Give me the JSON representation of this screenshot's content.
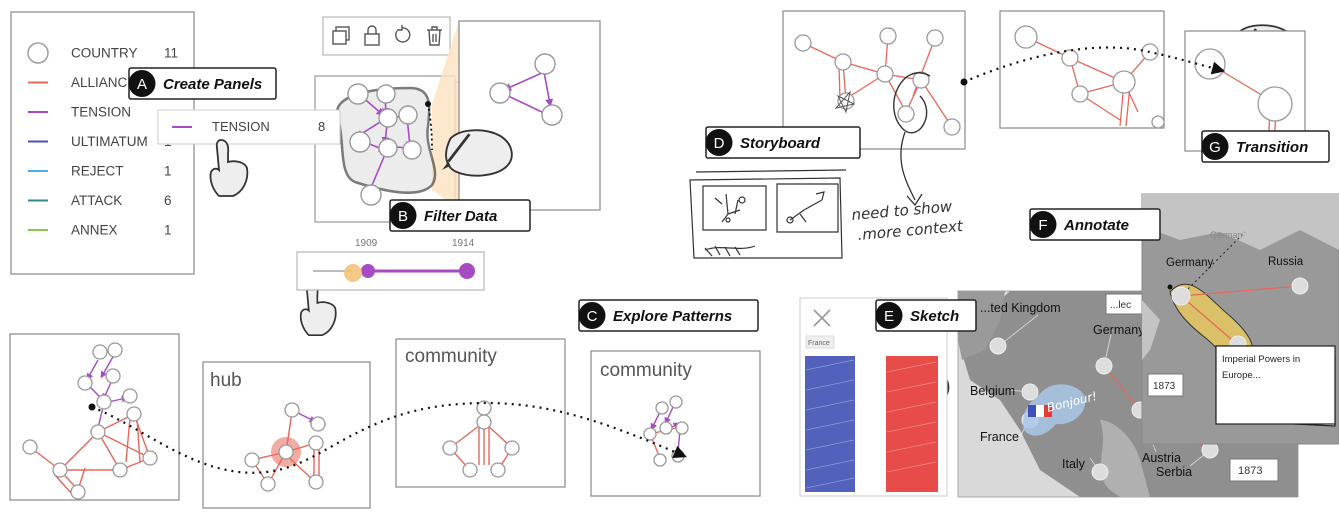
{
  "legend": {
    "items": [
      {
        "label": "COUNTRY",
        "count": "11",
        "color": "#9e9e9e",
        "kind": "circle"
      },
      {
        "label": "ALLIANCE",
        "count": "",
        "color": "#e8675a",
        "kind": "line"
      },
      {
        "label": "TENSION",
        "count": "",
        "color": "#a64bc4",
        "kind": "line"
      },
      {
        "label": "ULTIMATUM",
        "count": "1",
        "color": "#4b4fc4",
        "kind": "line"
      },
      {
        "label": "REJECT",
        "count": "1",
        "color": "#4ab0e8",
        "kind": "line"
      },
      {
        "label": "ATTACK",
        "count": "6",
        "color": "#2f8a8a",
        "kind": "line"
      },
      {
        "label": "ANNEX",
        "count": "1",
        "color": "#8ac44b",
        "kind": "line"
      }
    ],
    "dragged_item": {
      "label": "TENSION",
      "count": "8"
    }
  },
  "steps": {
    "A": {
      "letter": "A",
      "label": "Create Panels"
    },
    "B": {
      "letter": "B",
      "label": "Filter Data"
    },
    "C": {
      "letter": "C",
      "label": "Explore Patterns"
    },
    "D": {
      "letter": "D",
      "label": "Storyboard"
    },
    "E": {
      "letter": "E",
      "label": "Sketch"
    },
    "F": {
      "letter": "F",
      "label": "Annotate"
    },
    "G": {
      "letter": "G",
      "label": "Transition"
    }
  },
  "slider": {
    "start_year": "1909",
    "end_year": "1914"
  },
  "toolbar_icons": [
    "copy-icon",
    "lock-icon",
    "rotate-icon",
    "trash-icon"
  ],
  "explore_panels": {
    "hub": "hub",
    "community1": "community",
    "community2": "community"
  },
  "storyboard_note": {
    "line1": "need to show",
    "line2": ".more context"
  },
  "sketch_panel": {
    "tag": "France",
    "bubble_text": "Bonjour!"
  },
  "map": {
    "labels": {
      "uk": "...ted Kingdom",
      "germany": "Germany",
      "belgium": "Belgium",
      "france": "France",
      "austria": "Austria",
      "italy": "Italy",
      "serbia": "Serbia",
      "partial": "...lec",
      "year": "1873"
    }
  },
  "annotate_map": {
    "germany": "Germany",
    "germany_ghost": "German",
    "russia": "Russia",
    "year": "1873",
    "note_line1": "Imperial Powers in",
    "note_line2": "Europe..."
  },
  "colors": {
    "alliance": "#e8675a",
    "tension": "#a64bc4",
    "node": "#9a9a9a",
    "france_blue": "#3f51b5",
    "france_red": "#e53935",
    "map_land": "#8f8f8f",
    "map_sea": "#d6d6d6",
    "highlight": "#e6c85f"
  }
}
